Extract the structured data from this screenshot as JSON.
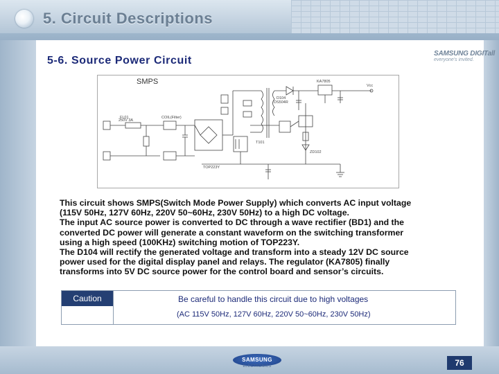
{
  "header": {
    "title": "5. Circuit Descriptions"
  },
  "section": {
    "title": "5-6. Source Power Circuit"
  },
  "brand_logo": {
    "main": "SAMSUNG DIGITall",
    "sub": "everyone's invited."
  },
  "schematic": {
    "title": "SMPS",
    "labels": {
      "fuse": "FL01",
      "fuse_rating": "250V 3A",
      "coil": "COIL(Filter)",
      "rectifier_ic": "TOP223Y",
      "regulator": "KA7805",
      "output": "Vcc",
      "diode": "D104",
      "diode_type": "DS504R",
      "transformer": "T101",
      "zener": "ZD102"
    }
  },
  "description": {
    "lines": [
      "This circuit shows SMPS(Switch Mode Power Supply) which converts AC input voltage",
      "(115V 50Hz, 127V 60Hz, 220V 50~60Hz, 230V 50Hz) to a high DC voltage.",
      "The input AC source power is converted to DC through a wave rectifier (BD1) and the",
      "converted DC power will generate a constant waveform on the switching transformer",
      "using a high speed (100KHz) switching motion of TOP223Y.",
      "The D104 will rectify the generated voltage and transform into a steady 12V DC source",
      "power used for the digital display panel and relays. The regulator (KA7805) finally",
      "transforms into 5V DC source power for the control board and sensor’s circuits."
    ]
  },
  "caution": {
    "label": "Caution",
    "line1": "Be careful to handle this circuit due to high voltages",
    "line2": "(AC 115V 50Hz,  127V 60Hz, 220V 50~60Hz, 230V 50Hz)"
  },
  "footer": {
    "logo": "SAMSUNG",
    "logo_sub": "ELECTRONICS",
    "page_number": "76"
  }
}
